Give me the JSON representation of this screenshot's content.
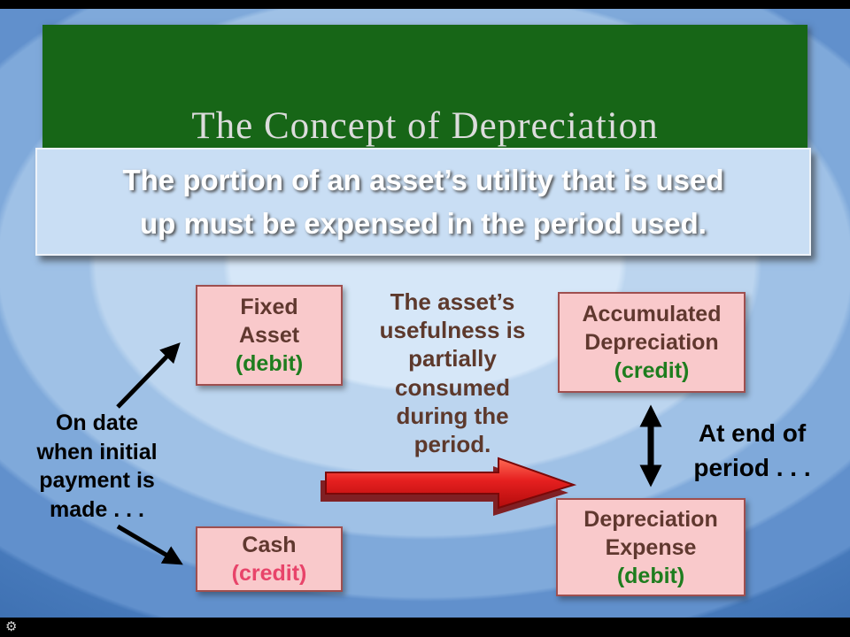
{
  "video_player": {
    "settings_gear": "⚙"
  },
  "slide": {
    "title": "The Concept of Depreciation",
    "subtitle": "The portion of an asset’s utility that is used\nup must be expensed in the period used.",
    "left_note": "On date\nwhen initial\npayment is\nmade . . .",
    "center_note": "The asset’s\nusefulness is\npartially\nconsumed\nduring the\nperiod.",
    "right_note": "At end of\nperiod . . .",
    "boxes": {
      "fixed_asset": {
        "label": "Fixed\nAsset",
        "account": "(debit)"
      },
      "cash": {
        "label": "Cash",
        "account": "(credit)"
      },
      "accumulated_depreciation": {
        "label": "Accumulated\nDepreciation",
        "account": "(credit)"
      },
      "depreciation_expense": {
        "label": "Depreciation\nExpense",
        "account": "(debit)"
      }
    },
    "colors": {
      "banner_green": "#176617",
      "box_pink": "#f9c9cb",
      "debit_green": "#1e7d1e",
      "credit_red": "#e8446a",
      "arrow_red": "#dd1c1c"
    }
  }
}
